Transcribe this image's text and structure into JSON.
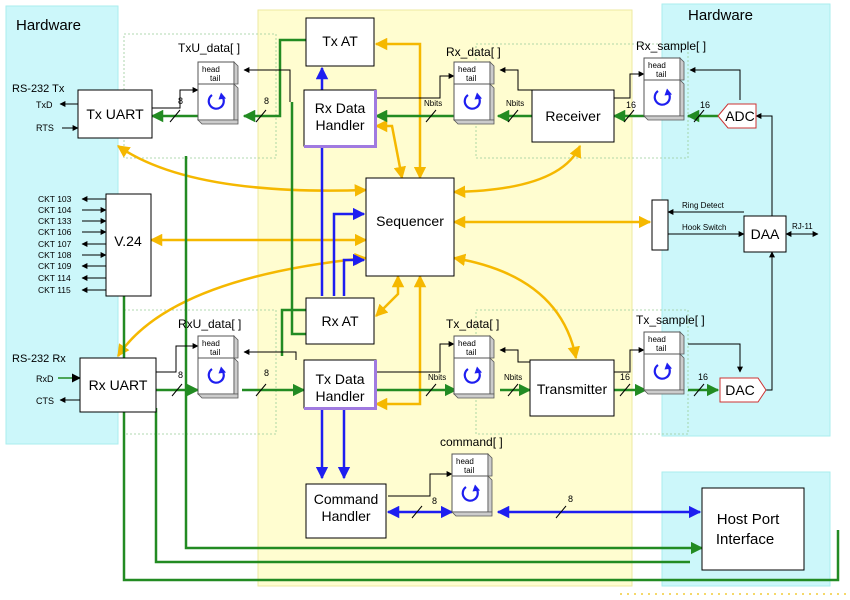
{
  "regions": {
    "hw_left": "Hardware",
    "hw_right": "Hardware"
  },
  "blocks": {
    "tx_uart": "Tx UART",
    "rx_uart": "Rx UART",
    "v24": "V.24",
    "tx_at": "Tx AT",
    "rx_at": "Rx AT",
    "rx_handler_1": "Rx Data",
    "rx_handler_2": "Handler",
    "tx_handler_1": "Tx Data",
    "tx_handler_2": "Handler",
    "cmd_handler_1": "Command",
    "cmd_handler_2": "Handler",
    "sequencer": "Sequencer",
    "receiver": "Receiver",
    "transmitter": "Transmitter",
    "host_1": "Host Port",
    "host_2": "Interface",
    "adc": "ADC",
    "dac": "DAC",
    "daa": "DAA"
  },
  "buffers": {
    "txu": "TxU_data[ ]",
    "rx_data": "Rx_data[ ]",
    "rx_sample": "Rx_sample[ ]",
    "rxu": "RxU_data[ ]",
    "tx_data": "Tx_data[ ]",
    "tx_sample": "Tx_sample[ ]",
    "command": "command[ ]",
    "head": "head",
    "tail": "tail"
  },
  "signals": {
    "rs232_tx": "RS-232 Tx",
    "txd": "TxD",
    "rts": "RTS",
    "rs232_rx": "RS-232 Rx",
    "rxd": "RxD",
    "cts": "CTS",
    "ring_detect": "Ring Detect",
    "hook_switch": "Hook Switch",
    "rj11": "RJ-11",
    "ckts": [
      "CKT 103",
      "CKT 104",
      "CKT 133",
      "CKT 106",
      "CKT 107",
      "CKT 108",
      "CKT 109",
      "CKT 114",
      "CKT 115"
    ]
  },
  "widths": {
    "w8": "8",
    "w16": "16",
    "nbits": "Nbits"
  },
  "colors": {
    "hardware_bg": "#ccf7fa",
    "software_bg": "#fffdd0",
    "flow_green": "#228b22",
    "flow_blue": "#1e1ef0",
    "control_orange": "#f5b800",
    "dac_border": "#cc3333"
  },
  "icons": [
    "circular-arrow-icon"
  ]
}
